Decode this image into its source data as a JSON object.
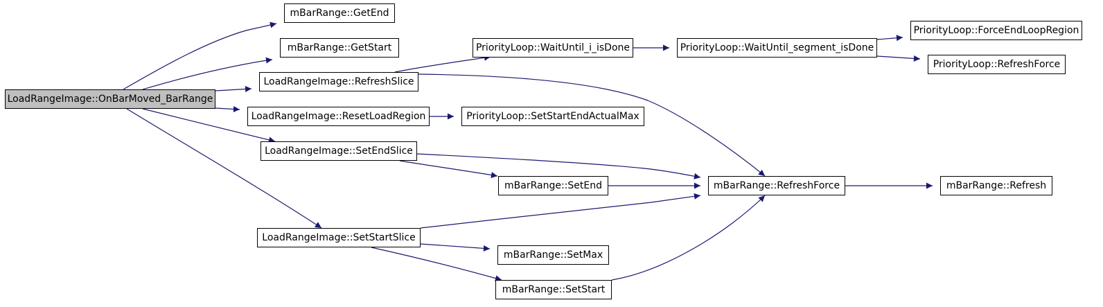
{
  "colors": {
    "edge": "#191970",
    "border": "#000000",
    "root_fill": "#bfbfbf",
    "node_fill": "#ffffff"
  },
  "nodes": {
    "root": "LoadRangeImage::OnBarMoved_BarRange",
    "getEnd": "mBarRange::GetEnd",
    "getStart": "mBarRange::GetStart",
    "refreshSlice": "LoadRangeImage::RefreshSlice",
    "resetLoadRegion": "LoadRangeImage::ResetLoadRegion",
    "setEndSlice": "LoadRangeImage::SetEndSlice",
    "setStartSlice": "LoadRangeImage::SetStartSlice",
    "waitUntilI": "PriorityLoop::WaitUntil_i_isDone",
    "waitUntilSegment": "PriorityLoop::WaitUntil_segment_isDone",
    "forceEndLoopRegion": "PriorityLoop::ForceEndLoopRegion",
    "plRefreshForce": "PriorityLoop::RefreshForce",
    "setStartEndActualMax": "PriorityLoop::SetStartEndActualMax",
    "mbRefreshForce": "mBarRange::RefreshForce",
    "setEnd": "mBarRange::SetEnd",
    "refresh": "mBarRange::Refresh",
    "setMax": "mBarRange::SetMax",
    "setStart": "mBarRange::SetStart"
  },
  "edges": [
    [
      "root",
      "getEnd"
    ],
    [
      "root",
      "getStart"
    ],
    [
      "root",
      "refreshSlice"
    ],
    [
      "root",
      "resetLoadRegion"
    ],
    [
      "root",
      "setEndSlice"
    ],
    [
      "root",
      "setStartSlice"
    ],
    [
      "refreshSlice",
      "waitUntilI"
    ],
    [
      "refreshSlice",
      "mbRefreshForce"
    ],
    [
      "waitUntilI",
      "waitUntilSegment"
    ],
    [
      "waitUntilSegment",
      "forceEndLoopRegion"
    ],
    [
      "waitUntilSegment",
      "plRefreshForce"
    ],
    [
      "resetLoadRegion",
      "setStartEndActualMax"
    ],
    [
      "setEndSlice",
      "mbRefreshForce"
    ],
    [
      "setEndSlice",
      "setEnd"
    ],
    [
      "setEnd",
      "mbRefreshForce"
    ],
    [
      "mbRefreshForce",
      "refresh"
    ],
    [
      "setStartSlice",
      "mbRefreshForce"
    ],
    [
      "setStartSlice",
      "setMax"
    ],
    [
      "setStartSlice",
      "setStart"
    ],
    [
      "setStart",
      "mbRefreshForce"
    ]
  ]
}
